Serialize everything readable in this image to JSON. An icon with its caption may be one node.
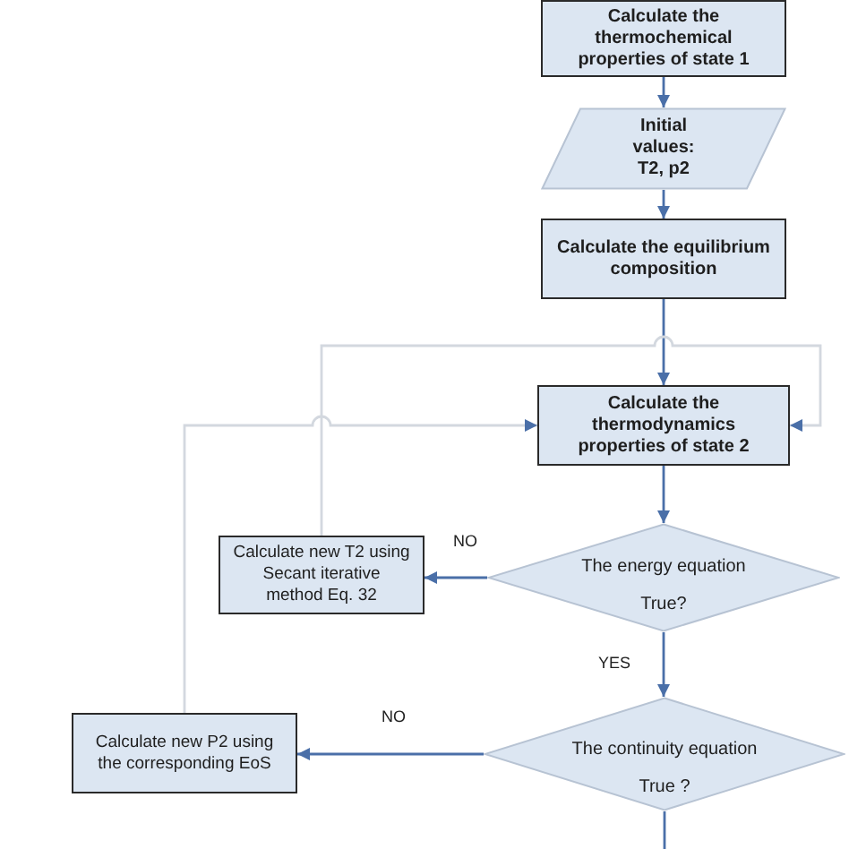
{
  "diagram": {
    "nodes": [
      {
        "text": [
          "Calculate the thermochemical properties of state 1"
        ]
      },
      {
        "text": [
          "Initial values: T2, p2"
        ]
      },
      {
        "text": [
          "Calculate the equilibrium composition"
        ]
      },
      {
        "text": [
          "Calculate the thermodynamics properties of state 2"
        ]
      },
      {
        "text": [
          "The energy equation",
          "True?"
        ]
      },
      {
        "text": [
          "Calculate new T2 using Secant iterative method Eq. 32"
        ]
      },
      {
        "text": [
          "Calculate new P2 using the corresponding EoS"
        ]
      },
      {
        "text": [
          "The continuity equation",
          "True ?"
        ]
      }
    ],
    "edges": [
      {
        "from": 0,
        "to": 1,
        "arrow": "to"
      },
      {
        "from": 1,
        "to": 2,
        "arrow": "to"
      },
      {
        "from": 2,
        "to": 3,
        "arrow": "to"
      },
      {
        "from": 3,
        "to": 4,
        "arrow": "to"
      },
      {
        "from": 4,
        "to": 5,
        "arrow": "to",
        "label": "NO"
      },
      {
        "from": 4,
        "to": 7,
        "arrow": "to",
        "label": "YES"
      },
      {
        "from": 7,
        "to": 6,
        "arrow": "to",
        "label": "NO"
      },
      {
        "from": 5,
        "to": 3,
        "arrow": "to",
        "color": "#d3d8df"
      },
      {
        "from": 6,
        "to": 3,
        "arrow": "to",
        "color": "#d3d8df"
      },
      {
        "from": 7,
        "to": null,
        "arrow": "none"
      }
    ]
  }
}
